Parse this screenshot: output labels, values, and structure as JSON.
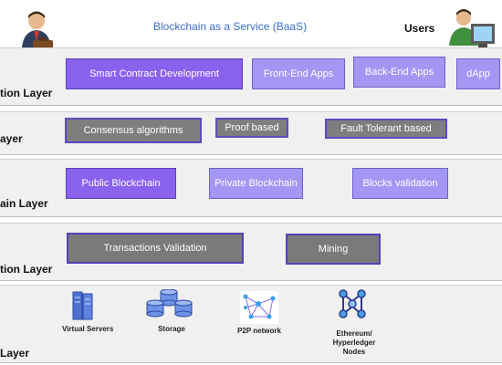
{
  "title": "Blockchain as a Service (BaaS)",
  "users_label": "Users",
  "layers": [
    {
      "label": "tion Layer"
    },
    {
      "label": "ayer"
    },
    {
      "label": "ain Layer"
    },
    {
      "label": "tion Layer"
    },
    {
      "label": "Layer"
    }
  ],
  "application": {
    "boxes": [
      "Smart Contract  Development",
      "Front-End Apps",
      "Back-End Apps",
      "dApp"
    ]
  },
  "consensus": {
    "boxes": [
      "Consensus  algorithms",
      "Proof based",
      "Fault Tolerant based"
    ]
  },
  "blockchain": {
    "boxes": [
      "Public Blockchain",
      "Private Blockchain",
      "Blocks validation"
    ]
  },
  "transaction": {
    "boxes": [
      "Transactions Validation",
      "Mining"
    ]
  },
  "infrastructure": {
    "items": [
      {
        "icon": "server-icon",
        "label": "Virtual Servers"
      },
      {
        "icon": "storage-icon",
        "label": "Storage"
      },
      {
        "icon": "network-icon",
        "label": "P2P network"
      },
      {
        "icon": "nodes-icon",
        "label": "Ethereum/ Hyperledger Nodes"
      }
    ]
  }
}
